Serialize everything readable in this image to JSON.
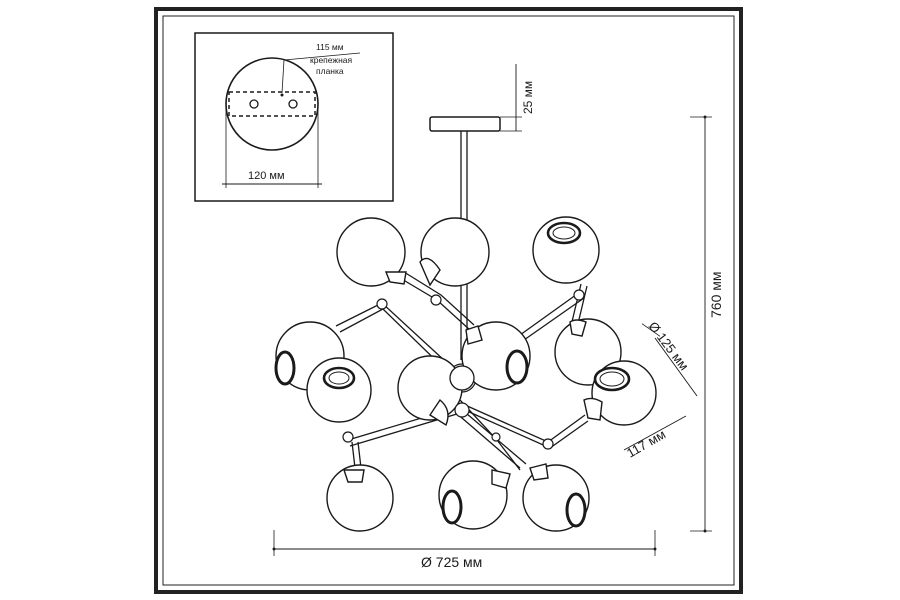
{
  "mount_detail": {
    "bracket_size": "115 мм",
    "bracket_label_line1": "крепежная",
    "bracket_label_line2": "планка",
    "plate_diameter": "120 мм"
  },
  "dimensions": {
    "canopy_height": "25 мм",
    "total_height": "760 мм",
    "shade_diameter": "Ø 125 мм",
    "shade_height": "117 мм",
    "total_diameter": "Ø 725 мм"
  },
  "colors": {
    "line": "#1a1a1a",
    "frame": "#222222",
    "glass": "#ffffff"
  }
}
